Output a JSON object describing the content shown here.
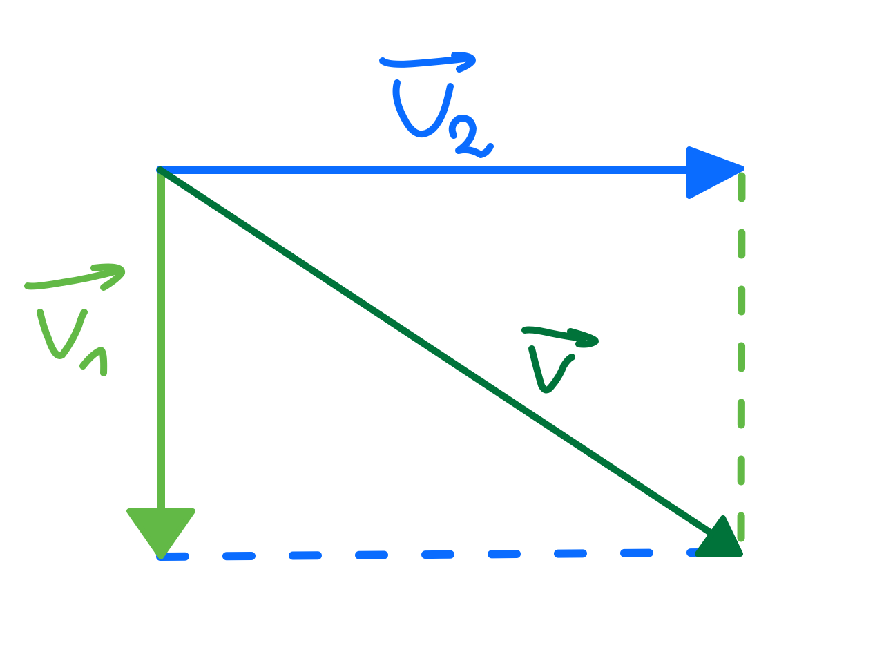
{
  "colors": {
    "background": "#ffffff",
    "v1": "#62b946",
    "v2": "#0a6cff",
    "v": "#00733a"
  },
  "vectors": [
    {
      "id": "v1",
      "color_key": "v1",
      "direction": "down",
      "style": "solid",
      "arrowhead": true
    },
    {
      "id": "v2",
      "color_key": "v2",
      "direction": "right",
      "style": "solid",
      "arrowhead": true
    },
    {
      "id": "v",
      "color_key": "v",
      "direction": "diagonal-down-right",
      "style": "solid",
      "arrowhead": true
    }
  ],
  "guides": [
    {
      "id": "bottom-guide",
      "color_key": "v2",
      "style": "dashed"
    },
    {
      "id": "right-guide",
      "color_key": "v1",
      "style": "dashed"
    }
  ],
  "labels": {
    "v1": {
      "symbol": "V",
      "subscript": "1",
      "vector_arrow": true
    },
    "v2": {
      "symbol": "V",
      "subscript": "2",
      "vector_arrow": true
    },
    "v": {
      "symbol": "V",
      "vector_arrow": true
    }
  }
}
